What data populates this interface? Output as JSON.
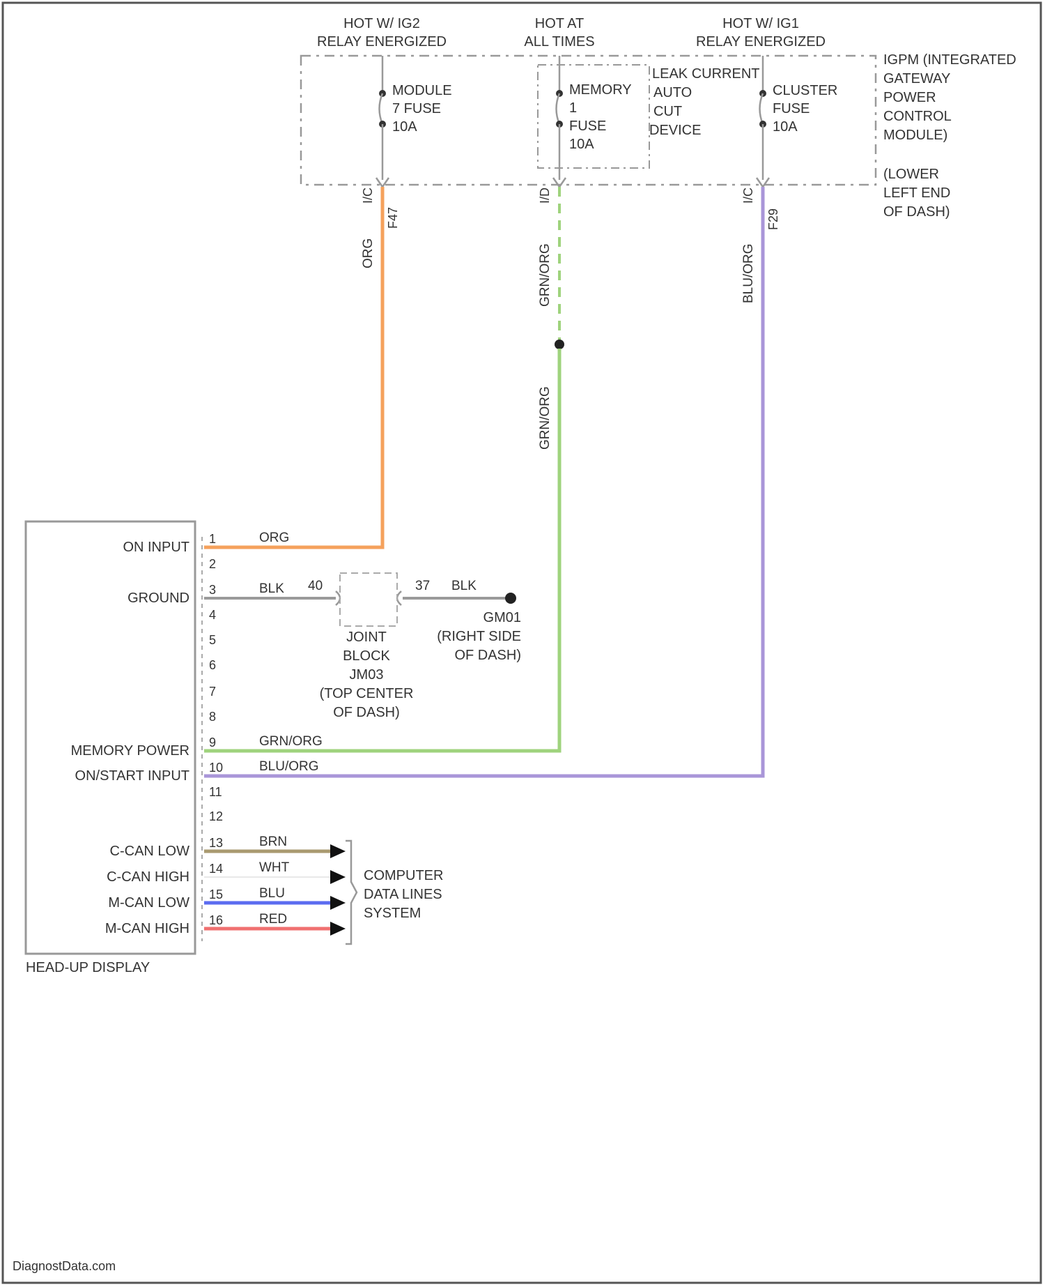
{
  "diagram": {
    "top_labels": {
      "module_hot": [
        "HOT W/ IG2",
        "RELAY ENERGIZED"
      ],
      "memory_hot": [
        "HOT AT",
        "ALL TIMES"
      ],
      "cluster_hot": [
        "HOT W/ IG1",
        "RELAY ENERGIZED"
      ]
    },
    "ipdm": {
      "label": [
        "IGPM (INTEGRATED",
        "GATEWAY",
        "POWER",
        "CONTROL",
        "MODULE)"
      ],
      "location": [
        "(LOWER",
        "LEFT END",
        "OF DASH)"
      ]
    },
    "fuses": {
      "module": [
        "MODULE",
        "7 FUSE",
        "10A"
      ],
      "memory": [
        "MEMORY",
        "1",
        "FUSE",
        "10A"
      ],
      "cluster": [
        "CLUSTER",
        "FUSE",
        "10A"
      ],
      "leak": [
        "LEAK CURRENT",
        "AUTO",
        "CUT",
        "DEVICE"
      ]
    },
    "vertical_labels": {
      "left_conn": "I/C",
      "left_pin": "F47",
      "left_wire": "ORG",
      "mid_conn": "I/D",
      "mid_wire_upper": "GRN/ORG",
      "mid_wire_lower": "GRN/ORG",
      "right_conn": "I/C",
      "right_pin": "F29",
      "right_wire": "BLU/ORG"
    },
    "hud": {
      "name": "HEAD-UP DISPLAY",
      "pins": [
        {
          "num": "1",
          "label": "ON INPUT",
          "wire": "ORG",
          "color": "#f5a15c"
        },
        {
          "num": "2",
          "label": "",
          "wire": "",
          "color": ""
        },
        {
          "num": "3",
          "label": "GROUND",
          "wire": "BLK",
          "color": "#9a9a9a"
        },
        {
          "num": "4",
          "label": "",
          "wire": "",
          "color": ""
        },
        {
          "num": "5",
          "label": "",
          "wire": "",
          "color": ""
        },
        {
          "num": "6",
          "label": "",
          "wire": "",
          "color": ""
        },
        {
          "num": "7",
          "label": "",
          "wire": "",
          "color": ""
        },
        {
          "num": "8",
          "label": "",
          "wire": "",
          "color": ""
        },
        {
          "num": "9",
          "label": "MEMORY POWER",
          "wire": "GRN/ORG",
          "color": "#9fd37d"
        },
        {
          "num": "10",
          "label": "ON/START INPUT",
          "wire": "BLU/ORG",
          "color": "#a996d8"
        },
        {
          "num": "11",
          "label": "",
          "wire": "",
          "color": ""
        },
        {
          "num": "12",
          "label": "",
          "wire": "",
          "color": ""
        },
        {
          "num": "13",
          "label": "C-CAN LOW",
          "wire": "BRN",
          "color": "#a99a70"
        },
        {
          "num": "14",
          "label": "C-CAN HIGH",
          "wire": "WHT",
          "color": "#e8e8e8"
        },
        {
          "num": "15",
          "label": "M-CAN LOW",
          "wire": "BLU",
          "color": "#5c6cf0"
        },
        {
          "num": "16",
          "label": "M-CAN HIGH",
          "wire": "RED",
          "color": "#f07070"
        }
      ]
    },
    "ground": {
      "left_pin": "40",
      "right_pin": "37",
      "wire_right": "BLK",
      "joint_block": [
        "JOINT",
        "BLOCK",
        "JM03",
        "(TOP CENTER",
        "OF DASH)"
      ],
      "ground_point": [
        "GM01",
        "(RIGHT SIDE",
        "OF DASH)"
      ]
    },
    "data_lines": [
      "COMPUTER",
      "DATA LINES",
      "SYSTEM"
    ],
    "watermark": "DiagnostData.com"
  },
  "colors": {
    "orange_wire": "#f5a15c",
    "green_wire": "#9fd37d",
    "purple_wire": "#a996d8",
    "black_wire": "#9a9a9a",
    "outline": "#8a8a8a"
  }
}
